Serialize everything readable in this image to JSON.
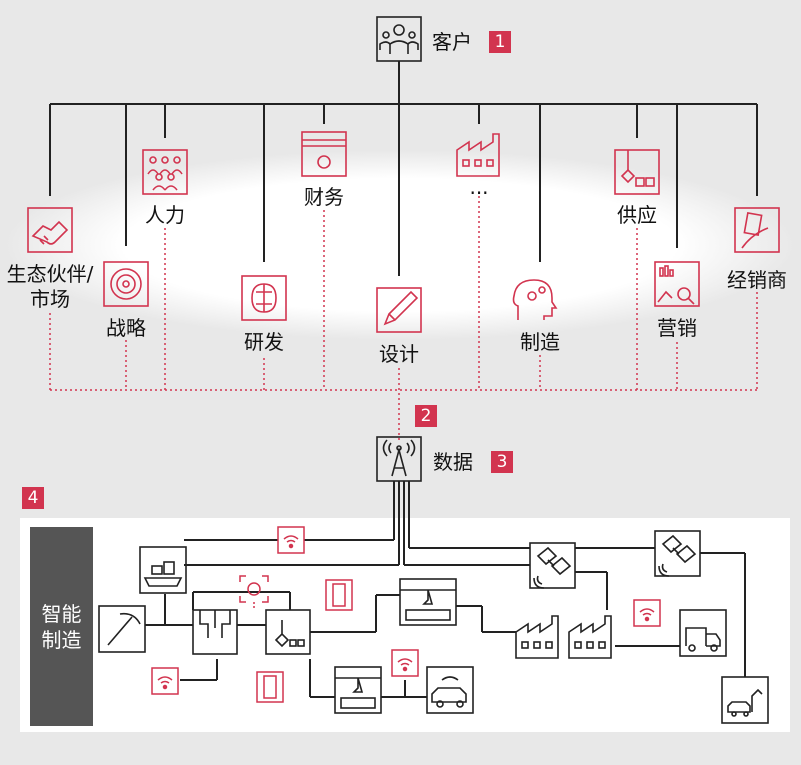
{
  "top": {
    "label": "客户",
    "badge": "1"
  },
  "functions": [
    {
      "key": "ecosystem",
      "line1": "生态伙伴/",
      "line2": "市场",
      "icon": "handshake-icon"
    },
    {
      "key": "strategy",
      "label": "战略",
      "icon": "target-icon"
    },
    {
      "key": "hr",
      "label": "人力",
      "icon": "people-icon"
    },
    {
      "key": "rnd",
      "label": "研发",
      "icon": "brain-icon"
    },
    {
      "key": "finance",
      "label": "财务",
      "icon": "money-icon"
    },
    {
      "key": "design",
      "label": "设计",
      "icon": "pencil-icon"
    },
    {
      "key": "more",
      "label": "...",
      "icon": "factory-icon"
    },
    {
      "key": "manufacturing",
      "label": "制造",
      "icon": "gear-head-icon"
    },
    {
      "key": "supply",
      "label": "供应",
      "icon": "boxes-icon"
    },
    {
      "key": "marketing",
      "label": "营销",
      "icon": "analytics-icon"
    },
    {
      "key": "distributor",
      "label": "经销商",
      "icon": "card-hand-icon"
    }
  ],
  "hub": {
    "badge": "2"
  },
  "data_node": {
    "label": "数据",
    "badge": "3",
    "icon": "antenna-icon"
  },
  "factory": {
    "badge": "4",
    "sidebar_line1": "智能",
    "sidebar_line2": "制造"
  },
  "colors": {
    "accent": "#d2344f",
    "line": "#222222",
    "ellipse": "#ffffff",
    "background": "#e8e8e8"
  }
}
